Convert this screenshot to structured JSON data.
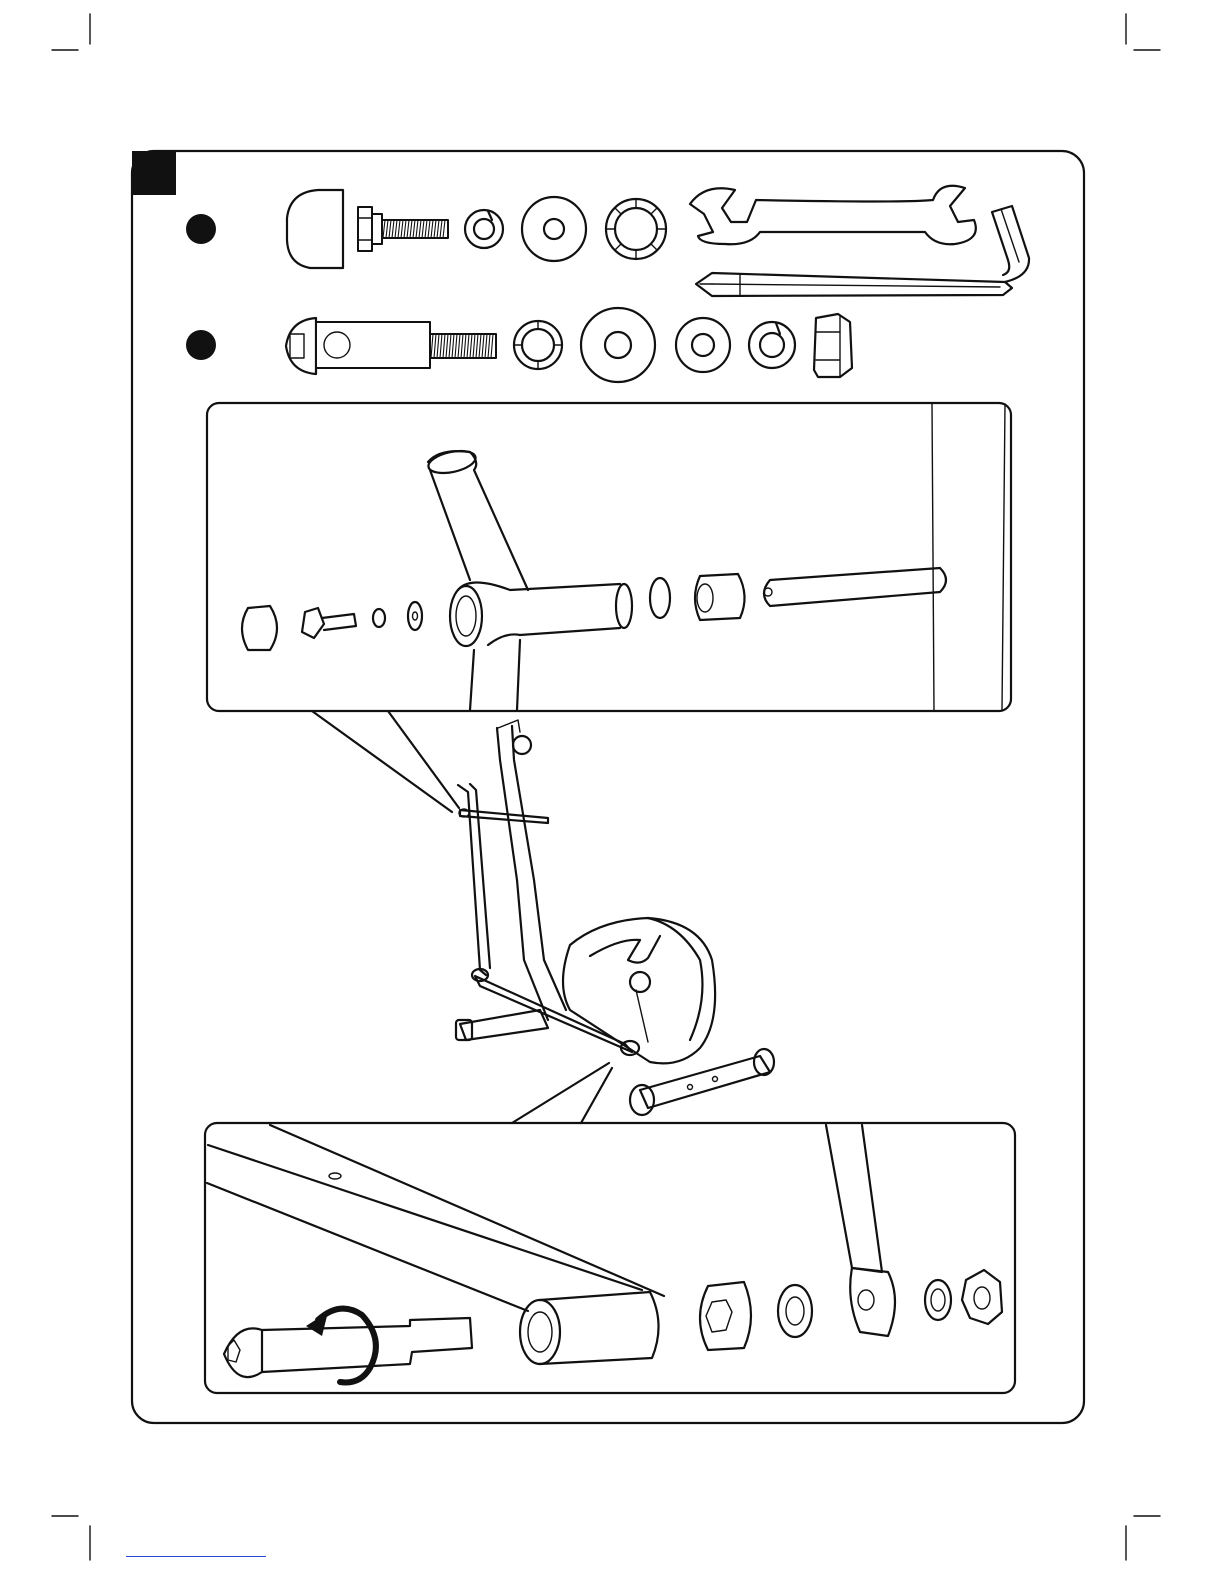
{
  "page": {
    "step_marker": "filled-square",
    "hardware_rows": [
      {
        "bullet": "filled-circle",
        "parts": [
          "end-cap",
          "flange-bolt",
          "split-lock-washer",
          "flat-washer",
          "serrated-washer",
          "open-end-wrench",
          "combination-allen-screwdriver"
        ]
      },
      {
        "bullet": "filled-circle",
        "parts": [
          "shoulder-bolt",
          "serrated-washer",
          "large-flat-washer",
          "flat-washer",
          "split-lock-washer",
          "nylon-lock-nut"
        ]
      }
    ],
    "detail_views": [
      "upper-handlebar-axle-detail",
      "lower-pedal-arm-pivot-detail"
    ],
    "overview": "elliptical-trainer",
    "rotation_indicator": "counterclockwise-arrow",
    "colors": {
      "line": "#111111",
      "background": "#ffffff",
      "link": "#2a4bd7"
    }
  }
}
